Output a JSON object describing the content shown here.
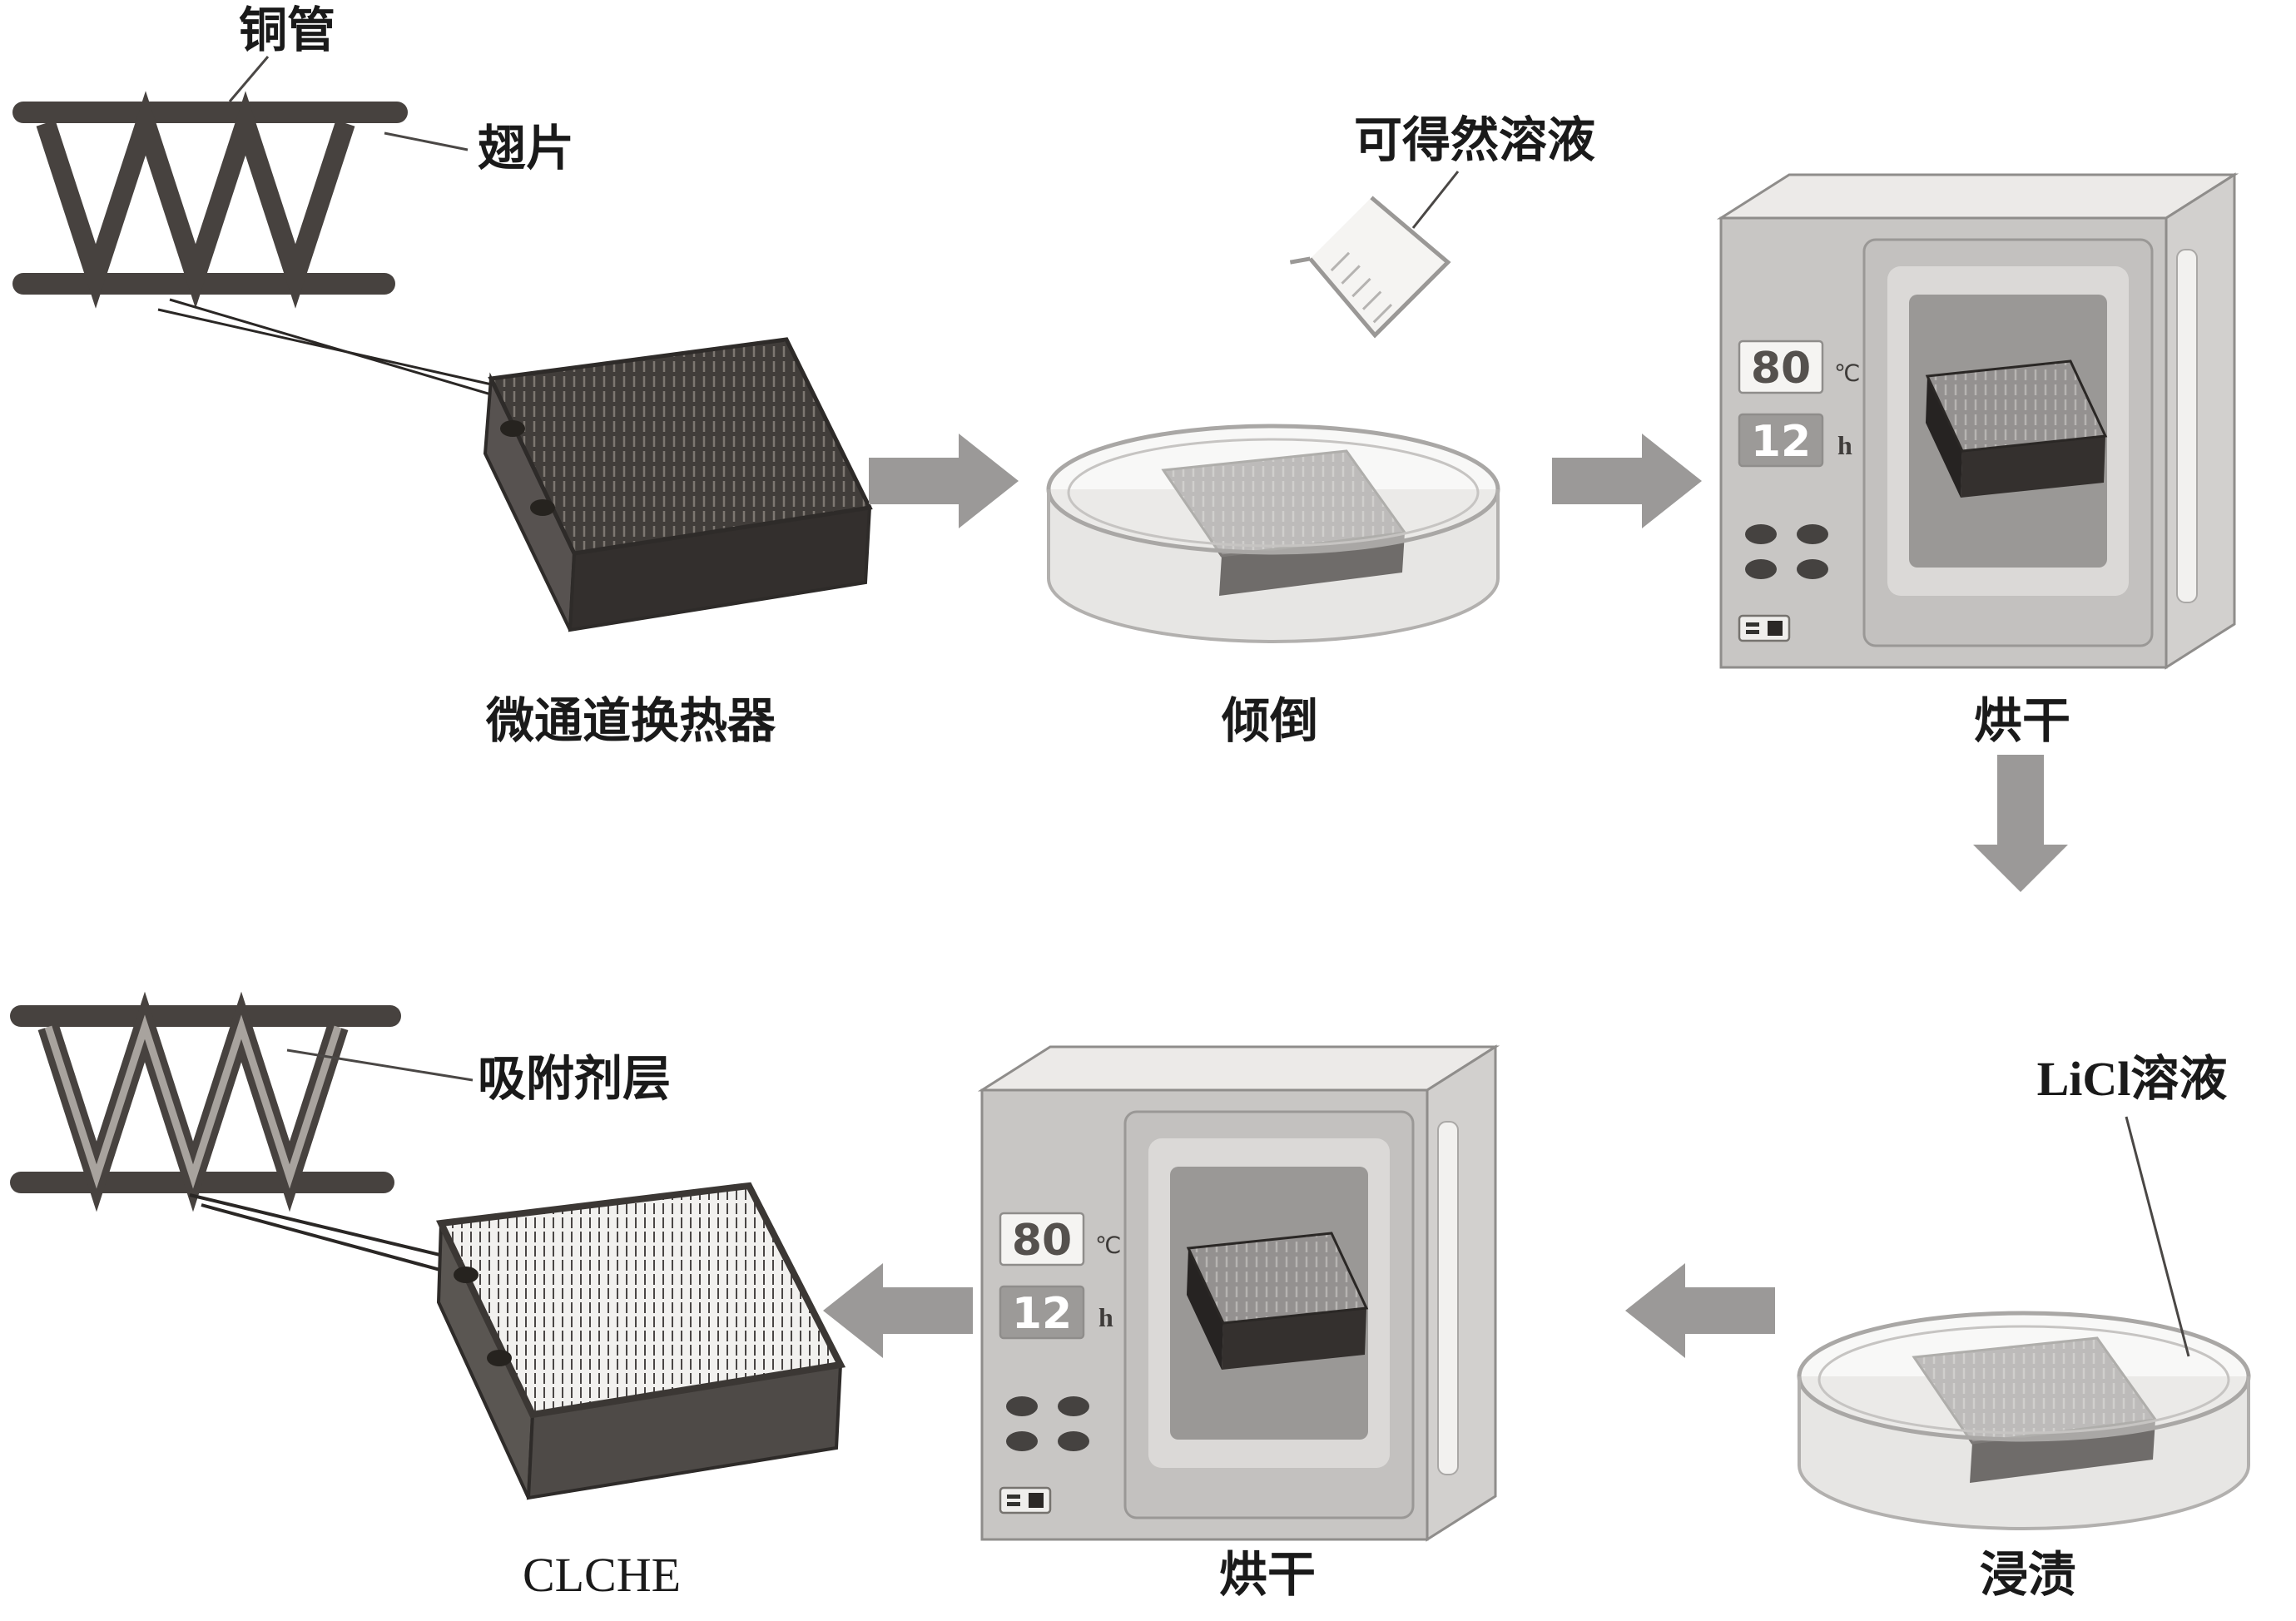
{
  "labels": {
    "copper_tube": "铜管",
    "fin": "翅片",
    "microchannel_heat_exchanger": "微通道换热器",
    "curdlan_solution": "可得然溶液",
    "pouring": "倾倒",
    "drying_top": "烘干",
    "licl_solution": "LiCl溶液",
    "immersion": "浸渍",
    "drying_bottom": "烘干",
    "clche": "CLCHE",
    "adsorbent_layer": "吸附剂层"
  },
  "oven_display": {
    "temperature": "80",
    "temperature_unit": "℃",
    "time": "12",
    "time_unit": "h"
  },
  "colors": {
    "arrow": "#9b9998",
    "exchanger_dark": "#413d3a",
    "oven_front": "#c8c6c4",
    "oven_top": "#eceae8",
    "text": "#1a1a1a"
  }
}
